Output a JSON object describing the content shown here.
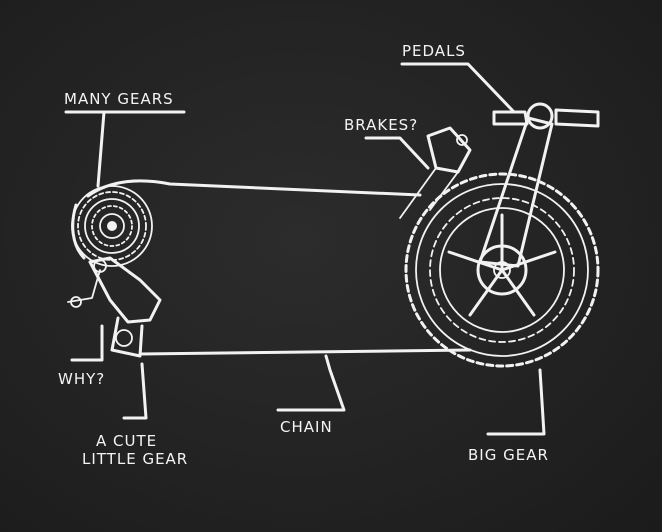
{
  "labels": {
    "pedals": "PEDALS",
    "many_gears": "MANY GEARS",
    "brakes": "BRAKES?",
    "why": "WHY?",
    "cute_gear_line1": "A CUTE",
    "cute_gear_line2": "LITTLE GEAR",
    "chain": "CHAIN",
    "big_gear": "BIG GEAR"
  },
  "colors": {
    "background": "#232323",
    "chalk": "#f2f2f2"
  }
}
